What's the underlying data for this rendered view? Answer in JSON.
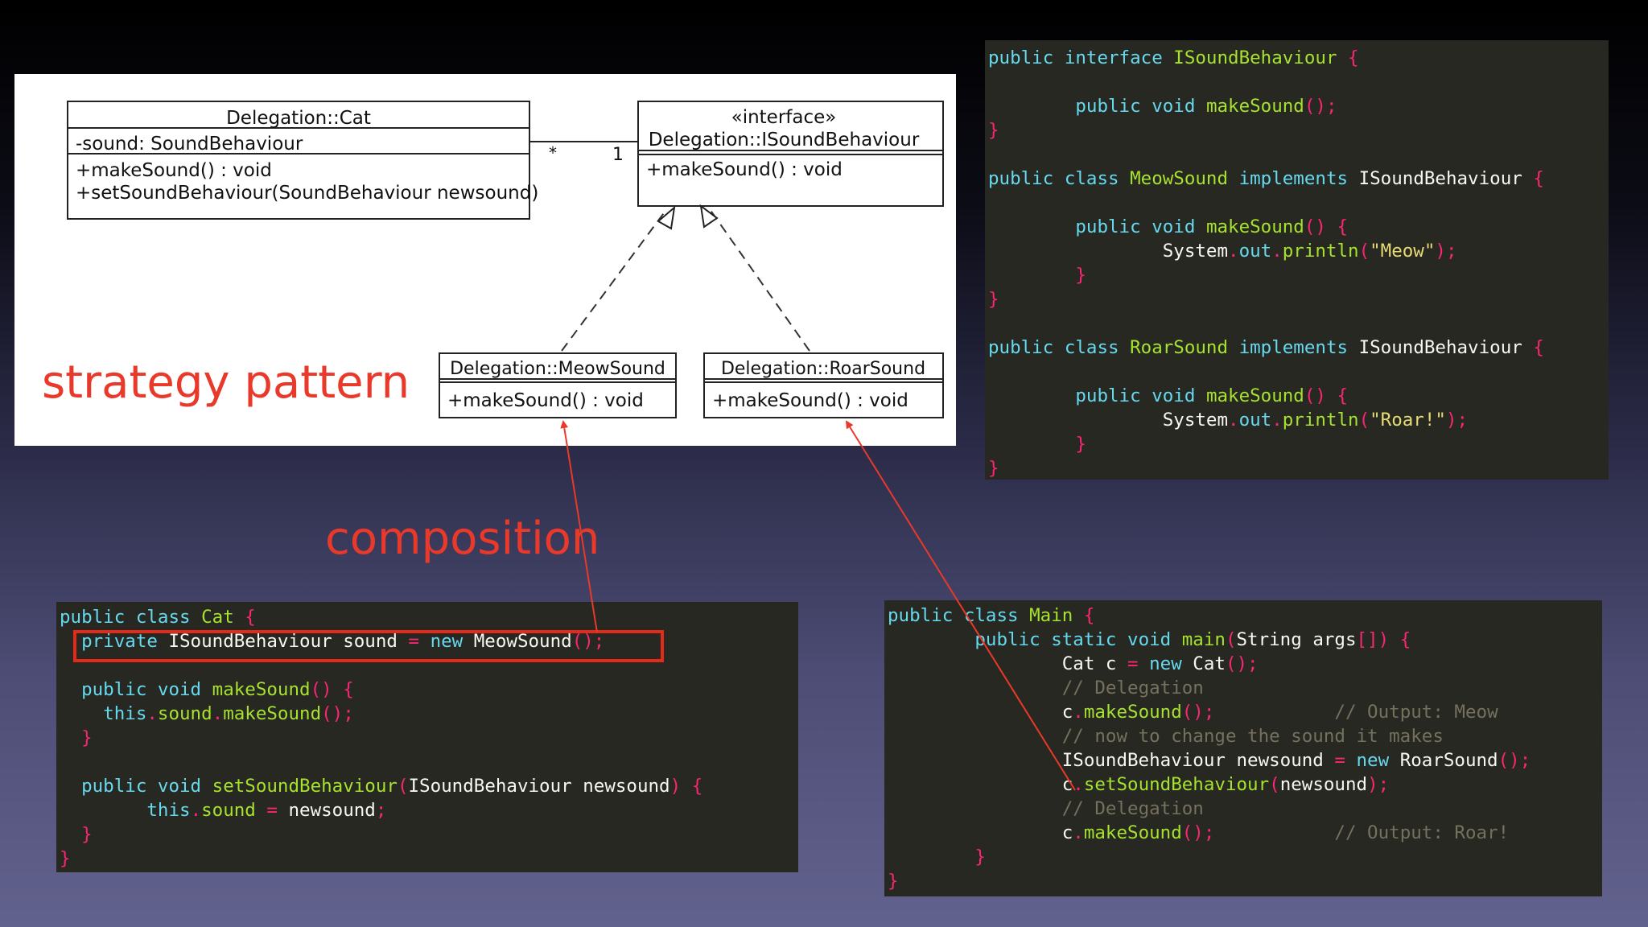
{
  "diagram": {
    "cat_class": {
      "name": "Delegation::Cat",
      "attribute": "-sound: SoundBehaviour",
      "methods": [
        "+makeSound() : void",
        "+setSoundBehaviour(SoundBehaviour newsound)"
      ]
    },
    "interface_class": {
      "stereotype": "«interface»",
      "name": "Delegation::ISoundBehaviour",
      "methods": [
        "+makeSound() : void"
      ]
    },
    "meow_class": {
      "name": "Delegation::MeowSound",
      "methods": [
        "+makeSound() : void"
      ]
    },
    "roar_class": {
      "name": "Delegation::RoarSound",
      "methods": [
        "+makeSound() : void"
      ]
    },
    "association": {
      "source_multiplicity": "*",
      "target_multiplicity": "1"
    },
    "title": "strategy pattern",
    "subtitle": "composition",
    "accent_color": "#e8392a"
  },
  "code_panels": {
    "interface_panel": [
      [
        [
          "kw",
          "public interface "
        ],
        [
          "fn",
          "ISoundBehaviour"
        ],
        [
          "pn",
          " {"
        ]
      ],
      [],
      [
        [
          "tx",
          "        "
        ],
        [
          "kw",
          "public void "
        ],
        [
          "fn",
          "makeSound"
        ],
        [
          "pn",
          "();"
        ]
      ],
      [
        [
          "pn",
          "}"
        ]
      ],
      [],
      [
        [
          "kw",
          "public class "
        ],
        [
          "fn",
          "MeowSound "
        ],
        [
          "kw",
          "implements "
        ],
        [
          "tx",
          "ISoundBehaviour "
        ],
        [
          "pn",
          "{"
        ]
      ],
      [],
      [
        [
          "tx",
          "        "
        ],
        [
          "kw",
          "public void "
        ],
        [
          "fn",
          "makeSound"
        ],
        [
          "pn",
          "() {"
        ]
      ],
      [
        [
          "tx",
          "                System"
        ],
        [
          "pn",
          "."
        ],
        [
          "kw",
          "out"
        ],
        [
          "pn",
          "."
        ],
        [
          "fn",
          "println"
        ],
        [
          "pn",
          "("
        ],
        [
          "st",
          "\"Meow\""
        ],
        [
          "pn",
          ");"
        ]
      ],
      [
        [
          "tx",
          "        "
        ],
        [
          "pn",
          "}"
        ]
      ],
      [
        [
          "pn",
          "}"
        ]
      ],
      [],
      [
        [
          "kw",
          "public class "
        ],
        [
          "fn",
          "RoarSound "
        ],
        [
          "kw",
          "implements "
        ],
        [
          "tx",
          "ISoundBehaviour "
        ],
        [
          "pn",
          "{"
        ]
      ],
      [],
      [
        [
          "tx",
          "        "
        ],
        [
          "kw",
          "public void "
        ],
        [
          "fn",
          "makeSound"
        ],
        [
          "pn",
          "() {"
        ]
      ],
      [
        [
          "tx",
          "                System"
        ],
        [
          "pn",
          "."
        ],
        [
          "kw",
          "out"
        ],
        [
          "pn",
          "."
        ],
        [
          "fn",
          "println"
        ],
        [
          "pn",
          "("
        ],
        [
          "st",
          "\"Roar!\""
        ],
        [
          "pn",
          ");"
        ]
      ],
      [
        [
          "tx",
          "        "
        ],
        [
          "pn",
          "}"
        ]
      ],
      [
        [
          "pn",
          "}"
        ]
      ]
    ],
    "cat_panel": [
      [
        [
          "kw",
          "public class "
        ],
        [
          "fn",
          "Cat "
        ],
        [
          "pn",
          "{"
        ]
      ],
      [
        [
          "tx",
          "  "
        ],
        [
          "kw",
          "private "
        ],
        [
          "tx",
          "ISoundBehaviour sound "
        ],
        [
          "pn",
          "= "
        ],
        [
          "kw",
          "new "
        ],
        [
          "tx",
          "MeowSound"
        ],
        [
          "pn",
          "();"
        ]
      ],
      [],
      [
        [
          "tx",
          "  "
        ],
        [
          "kw",
          "public void "
        ],
        [
          "fn",
          "makeSound"
        ],
        [
          "pn",
          "() {"
        ]
      ],
      [
        [
          "tx",
          "    "
        ],
        [
          "kw",
          "this"
        ],
        [
          "pn",
          "."
        ],
        [
          "fn",
          "sound"
        ],
        [
          "pn",
          "."
        ],
        [
          "fn",
          "makeSound"
        ],
        [
          "pn",
          "();"
        ]
      ],
      [
        [
          "tx",
          "  "
        ],
        [
          "pn",
          "}"
        ]
      ],
      [],
      [
        [
          "tx",
          "  "
        ],
        [
          "kw",
          "public void "
        ],
        [
          "fn",
          "setSoundBehaviour"
        ],
        [
          "pn",
          "("
        ],
        [
          "tx",
          "ISoundBehaviour newsound"
        ],
        [
          "pn",
          ") {"
        ]
      ],
      [
        [
          "tx",
          "        "
        ],
        [
          "kw",
          "this"
        ],
        [
          "pn",
          "."
        ],
        [
          "fn",
          "sound "
        ],
        [
          "pn",
          "= "
        ],
        [
          "tx",
          "newsound"
        ],
        [
          "pn",
          ";"
        ]
      ],
      [
        [
          "tx",
          "  "
        ],
        [
          "pn",
          "}"
        ]
      ],
      [
        [
          "pn",
          "}"
        ]
      ]
    ],
    "main_panel": [
      [
        [
          "kw",
          "public class "
        ],
        [
          "fn",
          "Main "
        ],
        [
          "pn",
          "{"
        ]
      ],
      [
        [
          "tx",
          "        "
        ],
        [
          "kw",
          "public static void "
        ],
        [
          "fn",
          "main"
        ],
        [
          "pn",
          "("
        ],
        [
          "tx",
          "String args"
        ],
        [
          "pn",
          "[]) {"
        ]
      ],
      [
        [
          "tx",
          "                Cat c "
        ],
        [
          "pn",
          "= "
        ],
        [
          "kw",
          "new "
        ],
        [
          "tx",
          "Cat"
        ],
        [
          "pn",
          "();"
        ]
      ],
      [
        [
          "tx",
          "                "
        ],
        [
          "cm",
          "// Delegation"
        ]
      ],
      [
        [
          "tx",
          "                c"
        ],
        [
          "pn",
          "."
        ],
        [
          "fn",
          "makeSound"
        ],
        [
          "pn",
          "();"
        ],
        [
          "tx",
          "           "
        ],
        [
          "cm",
          "// Output: Meow"
        ]
      ],
      [
        [
          "tx",
          "                "
        ],
        [
          "cm",
          "// now to change the sound it makes"
        ]
      ],
      [
        [
          "tx",
          "                ISoundBehaviour newsound "
        ],
        [
          "pn",
          "= "
        ],
        [
          "kw",
          "new "
        ],
        [
          "tx",
          "RoarSound"
        ],
        [
          "pn",
          "();"
        ]
      ],
      [
        [
          "tx",
          "                c"
        ],
        [
          "pn",
          "."
        ],
        [
          "fn",
          "setSoundBehaviour"
        ],
        [
          "pn",
          "("
        ],
        [
          "tx",
          "newsound"
        ],
        [
          "pn",
          ");"
        ]
      ],
      [
        [
          "tx",
          "                "
        ],
        [
          "cm",
          "// Delegation"
        ]
      ],
      [
        [
          "tx",
          "                c"
        ],
        [
          "pn",
          "."
        ],
        [
          "fn",
          "makeSound"
        ],
        [
          "pn",
          "();"
        ],
        [
          "tx",
          "           "
        ],
        [
          "cm",
          "// Output: Roar!"
        ]
      ],
      [
        [
          "tx",
          "        "
        ],
        [
          "pn",
          "}"
        ]
      ],
      [
        [
          "pn",
          "}"
        ]
      ]
    ]
  }
}
